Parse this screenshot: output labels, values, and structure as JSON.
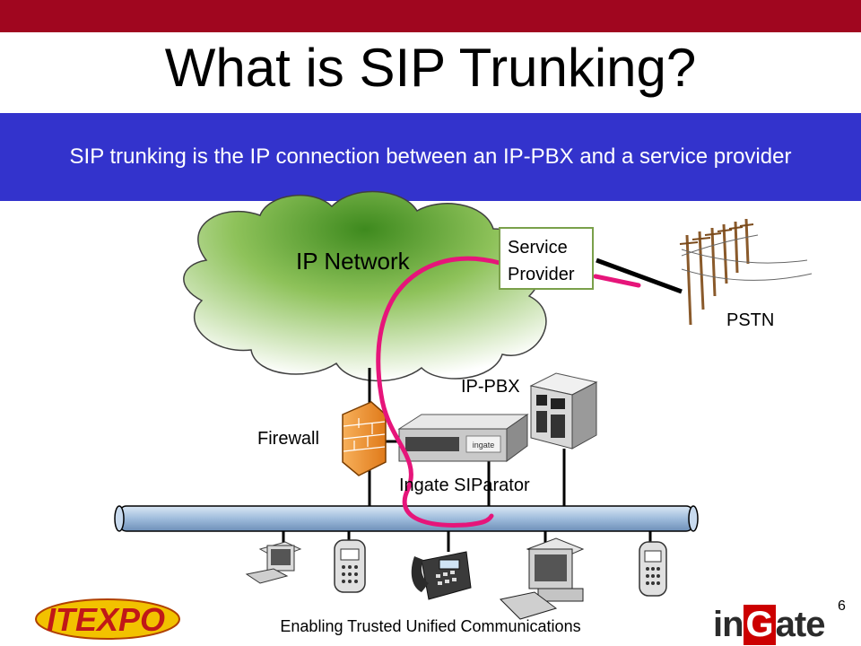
{
  "slide": {
    "title": "What is SIP Trunking?",
    "banner": "SIP trunking is the IP connection between an IP-PBX and a service provider",
    "footer": "Enabling Trusted Unified Communications",
    "page_number": "6"
  },
  "diagram": {
    "cloud_label": "IP Network",
    "service_provider_line1": "Service",
    "service_provider_line2": "Provider",
    "pstn_label": "PSTN",
    "ippbx_label": "IP-PBX",
    "firewall_label": "Firewall",
    "siparator_label": "Ingate SIParator",
    "device_brand": "ingate"
  },
  "logos": {
    "left_logo_text": "ITEXPO",
    "right_logo": {
      "part1": "in",
      "part2": "G",
      "part3": "ate"
    }
  },
  "colors": {
    "top_bar": "#a0061f",
    "banner": "#3333cc",
    "sip_trunk_line": "#e6157a",
    "cloud_green": "#6aa834",
    "lan_bus": "#a9c4e0"
  }
}
